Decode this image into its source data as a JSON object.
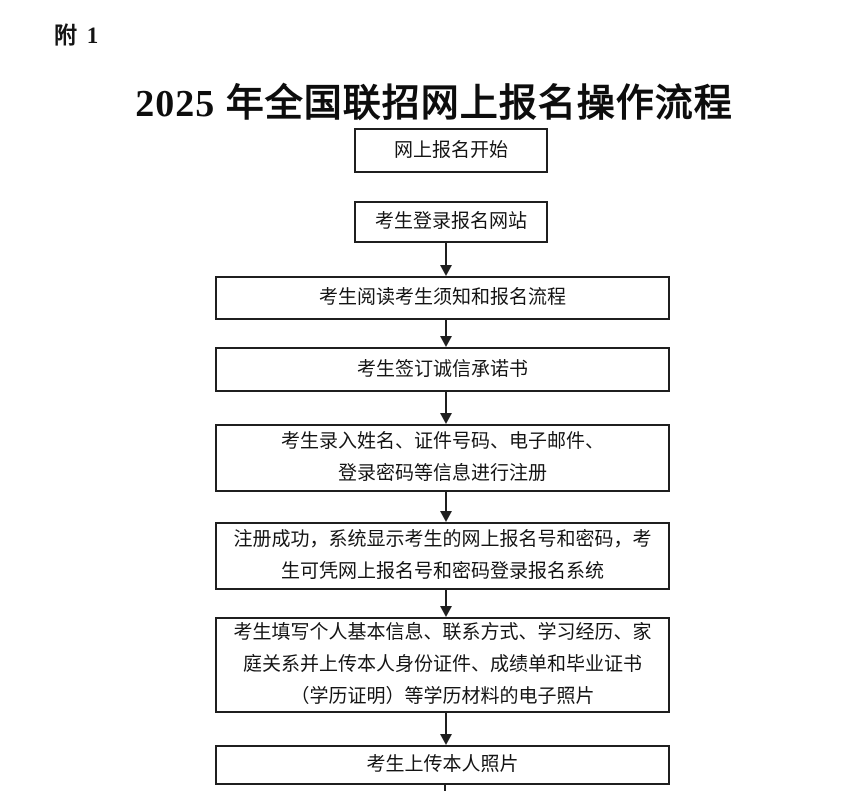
{
  "page": {
    "attachment_label": "附 1",
    "title": "2025 年全国联招网上报名操作流程"
  },
  "flowchart": {
    "nodes": [
      {
        "id": "start",
        "lines": [
          "网上报名开始"
        ]
      },
      {
        "id": "login",
        "lines": [
          "考生登录报名网站"
        ]
      },
      {
        "id": "read-notice",
        "lines": [
          "考生阅读考生须知和报名流程"
        ]
      },
      {
        "id": "sign-commitment",
        "lines": [
          "考生签订诚信承诺书"
        ]
      },
      {
        "id": "register-info",
        "lines": [
          "考生录入姓名、证件号码、电子邮件、",
          "登录密码等信息进行注册"
        ]
      },
      {
        "id": "register-success",
        "lines": [
          "注册成功，系统显示考生的网上报名号和密码，考",
          "生可凭网上报名号和密码登录报名系统"
        ]
      },
      {
        "id": "fill-info",
        "lines": [
          "考生填写个人基本信息、联系方式、学习经历、家",
          "庭关系并上传本人身份证件、成绩单和毕业证书",
          "（学历证明）等学历材料的电子照片"
        ]
      },
      {
        "id": "upload-photo",
        "lines": [
          "考生上传本人照片"
        ]
      }
    ]
  },
  "colors": {
    "border": "#1f1f1f",
    "text": "#141414",
    "background": "#ffffff"
  }
}
